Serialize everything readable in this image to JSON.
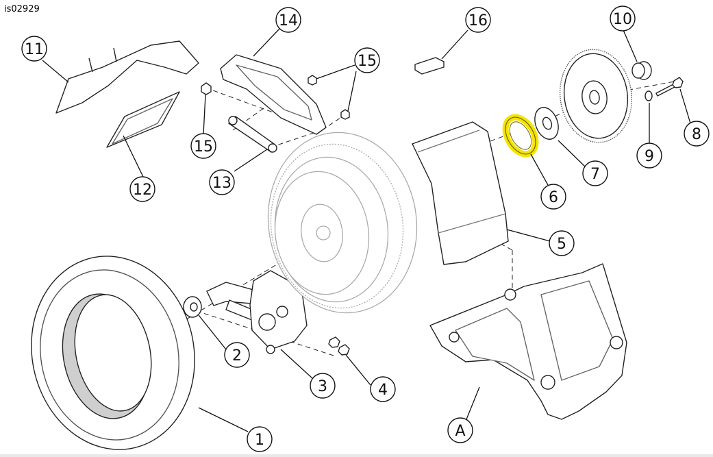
{
  "image_id": "is02929",
  "highlight_color": "#f5e400",
  "callouts": {
    "c1": "1",
    "c2": "2",
    "c3": "3",
    "c4": "4",
    "c5": "5",
    "c6": "6",
    "c7": "7",
    "c8": "8",
    "c9": "9",
    "c10": "10",
    "c11": "11",
    "c12": "12",
    "c13": "13",
    "c14": "14",
    "c15a": "15",
    "c15b": "15",
    "c16": "16",
    "cA": "A"
  },
  "highlighted_part": "6"
}
